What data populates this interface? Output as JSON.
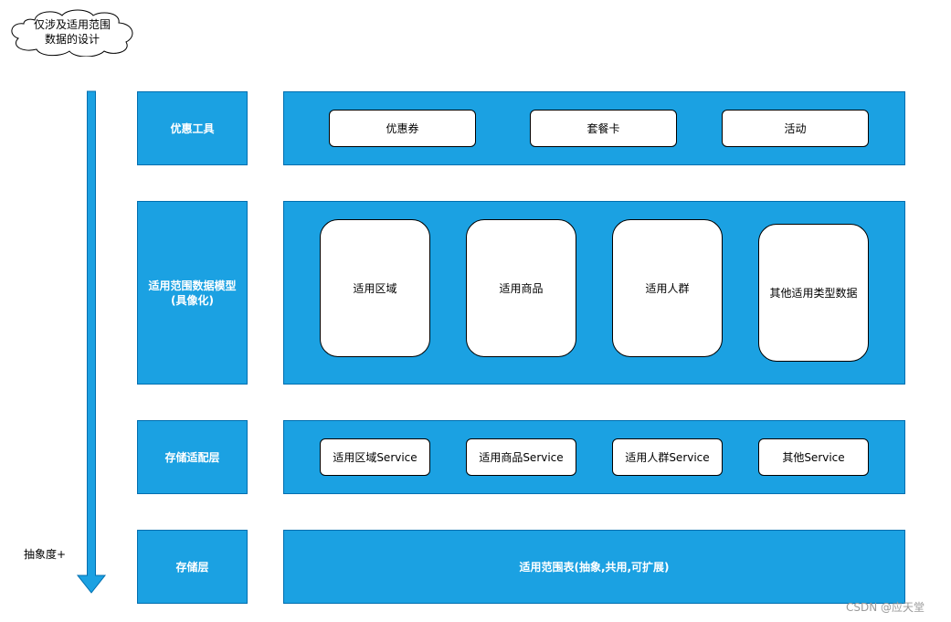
{
  "note": {
    "line1": "仅涉及适用范围",
    "line2": "数据的设计"
  },
  "axis": {
    "label": "抽象度+"
  },
  "layers": {
    "promo": {
      "label": "优惠工具",
      "items": [
        "优惠券",
        "套餐卡",
        "活动"
      ]
    },
    "model": {
      "label_line1": "适用范围数据模型",
      "label_line2": "(具像化)",
      "items": [
        "适用区域",
        "适用商品",
        "适用人群",
        "其他适用类型数据"
      ]
    },
    "adapter": {
      "label": "存储适配层",
      "items": [
        "适用区域Service",
        "适用商品Service",
        "适用人群Service",
        "其他Service"
      ]
    },
    "storage": {
      "label": "存储层",
      "content": "适用范围表(抽象,共用,可扩展)"
    }
  },
  "watermark": "CSDN @应天堂",
  "colors": {
    "box_fill": "#1ba1e2",
    "box_border": "#006eaf",
    "item_fill": "#ffffff"
  }
}
